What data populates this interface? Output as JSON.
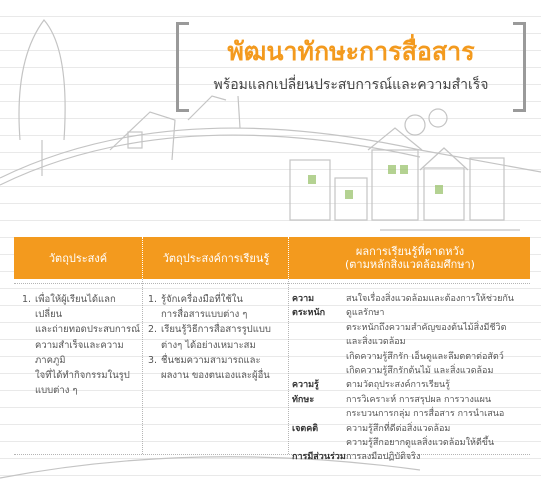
{
  "title": {
    "main": "พัฒนาทักษะการสื่อสาร",
    "sub": "พร้อมแลกเปลี่ยนประสบการณ์และความสำเร็จ"
  },
  "colors": {
    "accent": "#f39a1e",
    "sketch": "#bdbdbd"
  },
  "table": {
    "headers": [
      "วัตถุประสงค์",
      "วัตถุประสงค์การเรียนรู้",
      "ผลการเรียนรู้ที่คาดหวัง",
      "(ตามหลักสิ่งแวดล้อมศึกษา)"
    ],
    "col1": {
      "no": "1.",
      "lines": [
        "เพื่อให้ผู้เรียนได้แลกเปลี่ยน",
        "และถ่ายทอดประสบการณ์",
        "ความสำเร็จและความภาคภูมิ",
        "ใจที่ได้ทำกิจกรรมในรูป",
        "แบบต่าง ๆ"
      ]
    },
    "col2": [
      {
        "no": "1.",
        "lines": [
          "รู้จักเครื่องมือที่ใช้ใน",
          "การสื่อสารแบบต่าง ๆ"
        ]
      },
      {
        "no": "2.",
        "lines": [
          "เรียนรู้วิธีการสื่อสารรูปแบบ",
          "ต่างๆ ได้อย่างเหมาะสม"
        ]
      },
      {
        "no": "3.",
        "lines": [
          "ชื่นชมความสามารถและ",
          "ผลงาน ของตนเองและผู้อื่น"
        ]
      }
    ],
    "col3": [
      {
        "key": "ความตระหนัก",
        "lines": [
          "สนใจเรื่องสิ่งแวดล้อมและต้องการให้ช่วยกัน",
          "ดูแลรักษา",
          "ตระหนักถึงความสำคัญของต้นไม้สิ่งมีชีวิต",
          "และสิ่งแวดล้อม",
          "เกิดความรู้สึกรัก เอ็นดูและลึมตตาต่อสัตว์",
          "เกิดความรู้สึกรักต้นไม้ และสิ่งแวดล้อม"
        ]
      },
      {
        "key": "ความรู้",
        "lines": [
          "ตามวัตถุประสงค์การเรียนรู้"
        ]
      },
      {
        "key": "ทักษะ",
        "lines": [
          "การวิเคราะห์ การสรุปผล การวางแผน",
          "กระบวนการกลุ่ม การสื่อสาร การนำเสนอ"
        ]
      },
      {
        "key": "เจตคติ",
        "lines": [
          "ความรู้สึกที่ดีต่อสิ่งแวดล้อม",
          "ความรู้สึกอยากดูแลสิ่งแวดล้อมให้ดีขึ้น"
        ]
      },
      {
        "key": "การมีส่วนร่วม",
        "lines": [
          "การลงมือปฏิบัติจริง"
        ]
      }
    ]
  }
}
